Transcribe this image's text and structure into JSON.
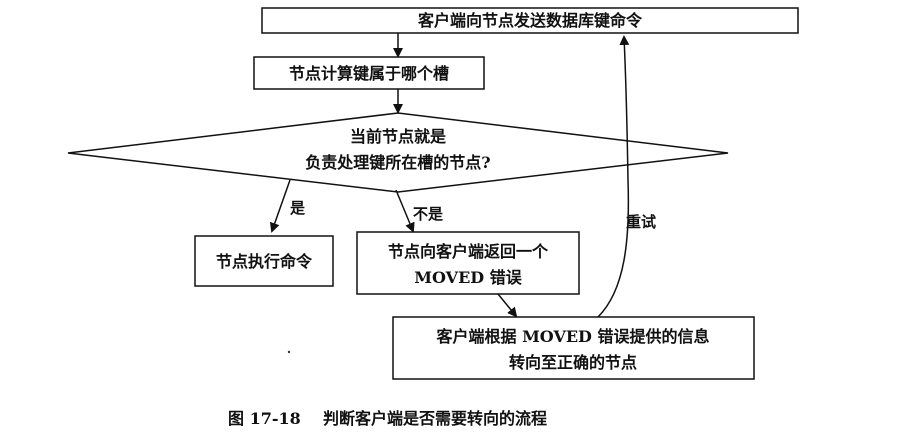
{
  "diagram": {
    "nodes": {
      "send_command": "客户端向节点发送数据库键命令",
      "compute_slot": "节点计算键属于哪个槽",
      "decision_line1": "当前节点就是",
      "decision_line2": "负责处理键所在槽的节点?",
      "execute": "节点执行命令",
      "return_moved_line1": "节点向客户端返回一个",
      "return_moved_line2": "MOVED  错误",
      "redirect_line1": "客户端根据  MOVED  错误提供的信息",
      "redirect_line2": "转向至正确的节点"
    },
    "edges": {
      "yes": "是",
      "no": "不是",
      "retry": "重试"
    },
    "caption": "图 17-18    判断客户端是否需要转向的流程"
  }
}
